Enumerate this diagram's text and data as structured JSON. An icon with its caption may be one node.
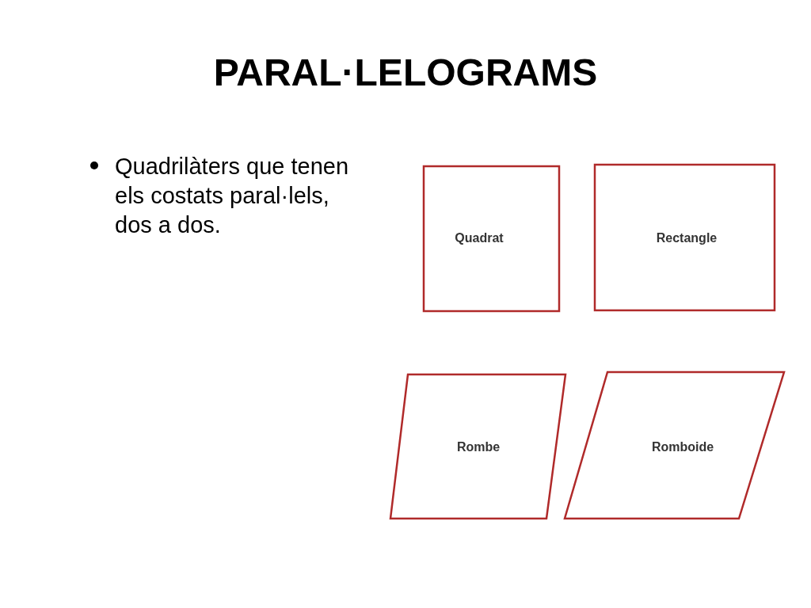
{
  "diagram": {
    "title": "PARAL·LELOGRAMS",
    "nodes": [
      {
        "text": [
          "Quadrat"
        ]
      },
      {
        "text": [
          "Rectangle"
        ]
      },
      {
        "text": [
          "Rombe"
        ]
      },
      {
        "text": [
          "Romboide"
        ]
      }
    ],
    "labels": [
      "Quadrilàters que tenen els costats paral·lels, dos a dos."
    ]
  }
}
